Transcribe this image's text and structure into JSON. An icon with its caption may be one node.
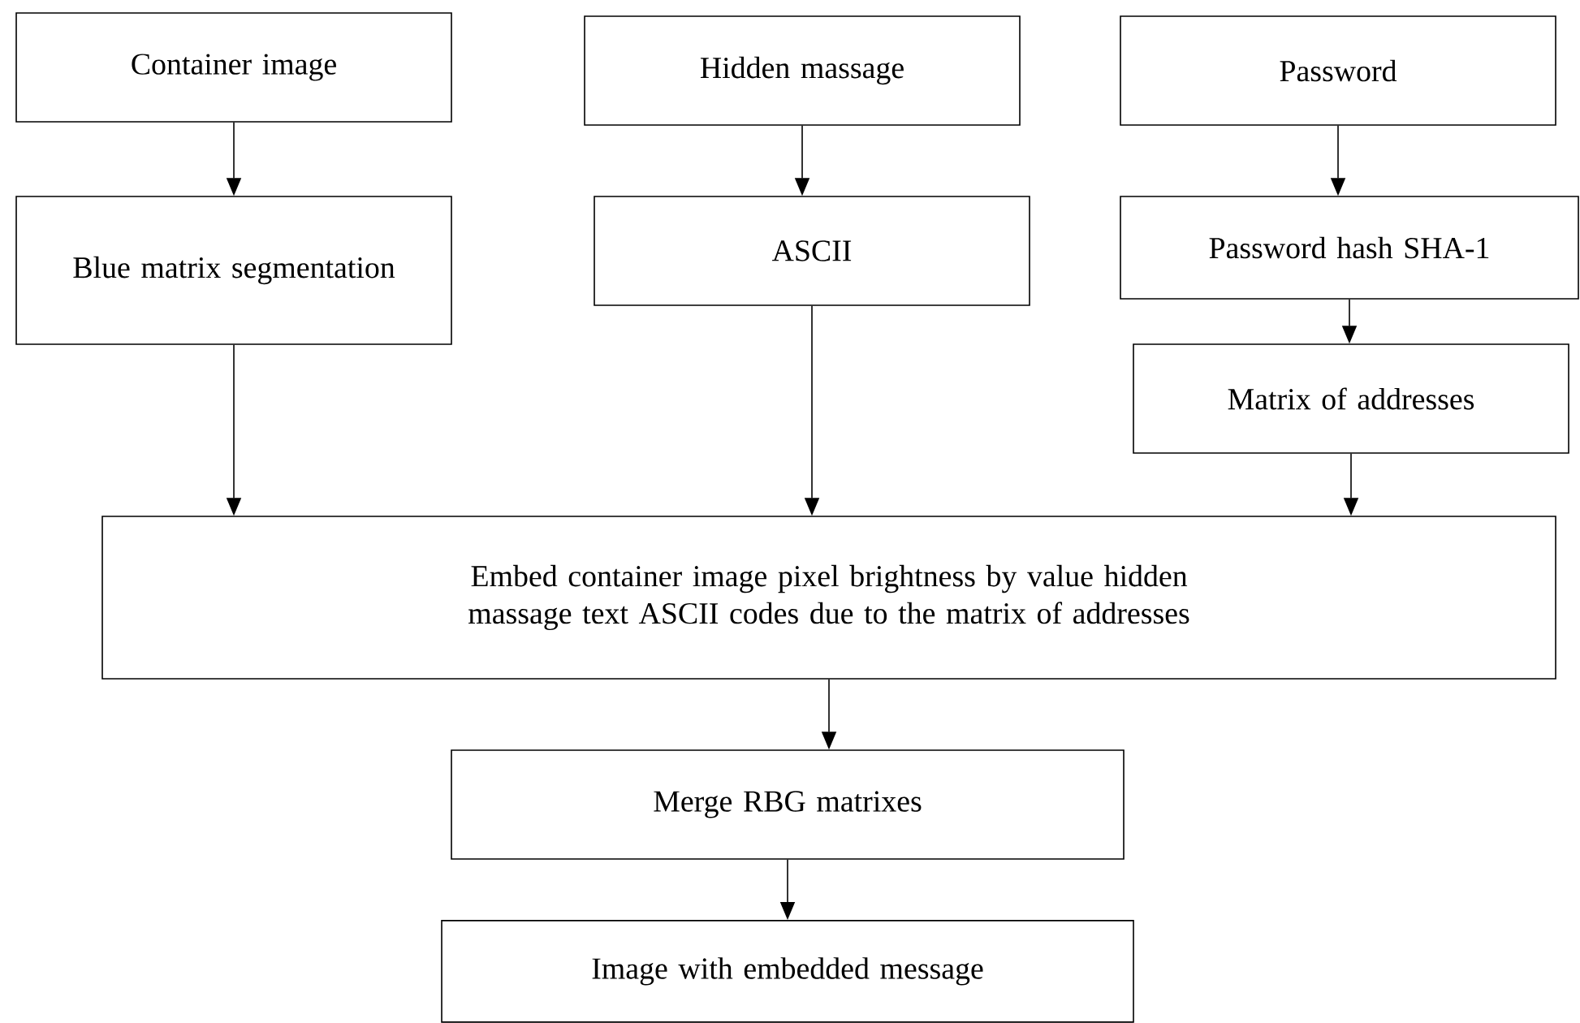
{
  "diagram": {
    "nodes": [
      {
        "text": [
          "Container image"
        ]
      },
      {
        "text": [
          "Hidden massage"
        ]
      },
      {
        "text": [
          "Password"
        ]
      },
      {
        "text": [
          "Blue matrix segmentation"
        ]
      },
      {
        "text": [
          "ASCII"
        ]
      },
      {
        "text": [
          "Password hash SHA-1"
        ]
      },
      {
        "text": [
          "Matrix of addresses"
        ]
      },
      {
        "text": [
          "Embed container image pixel brightness by value hidden massage text ASCII codes due to the matrix of addresses"
        ]
      },
      {
        "text": [
          "Merge RBG matrixes"
        ]
      },
      {
        "text": [
          "Image with embedded message"
        ]
      }
    ],
    "edges": [
      {
        "from": 0,
        "to": 3,
        "arrow": "to"
      },
      {
        "from": 1,
        "to": 4,
        "arrow": "to"
      },
      {
        "from": 2,
        "to": 5,
        "arrow": "to"
      },
      {
        "from": 5,
        "to": 6,
        "arrow": "to"
      },
      {
        "from": 3,
        "to": 7,
        "arrow": "to"
      },
      {
        "from": 4,
        "to": 7,
        "arrow": "to"
      },
      {
        "from": 6,
        "to": 7,
        "arrow": "to"
      },
      {
        "from": 7,
        "to": 8,
        "arrow": "to"
      },
      {
        "from": 8,
        "to": 9,
        "arrow": "to"
      }
    ]
  }
}
